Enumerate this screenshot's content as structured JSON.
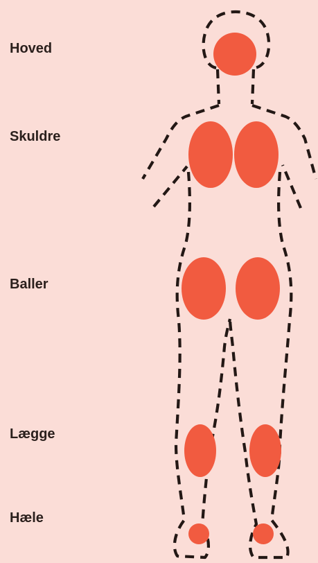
{
  "labels": [
    "Hoved",
    "Skuldre",
    "Baller",
    "Lægge",
    "Hæle"
  ],
  "colors": {
    "background": "#FBDDD7",
    "highlight": "#F15B40",
    "outline": "#231815",
    "text": "#2A1F1C"
  }
}
